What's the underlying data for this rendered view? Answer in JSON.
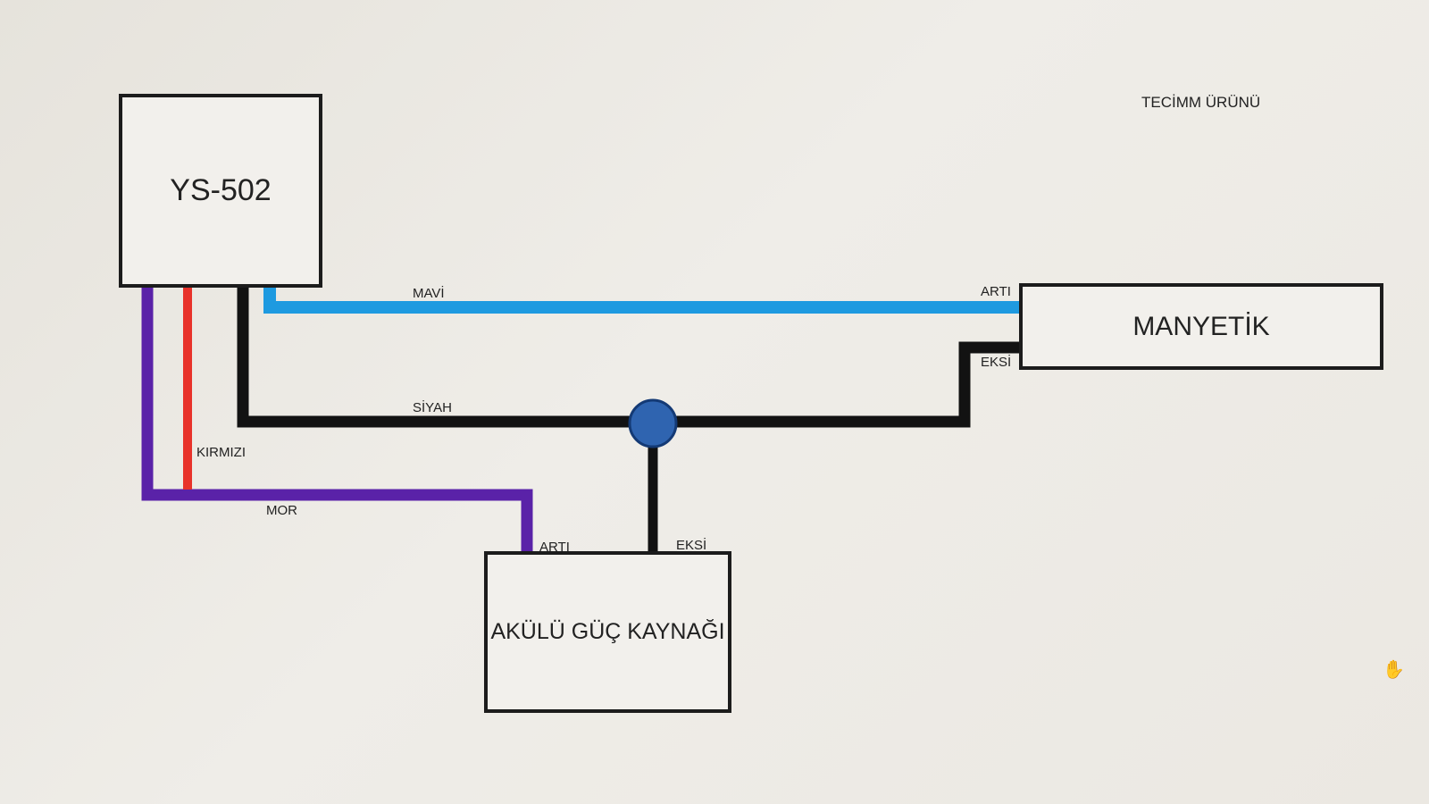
{
  "brand": "TECİMM ÜRÜNÜ",
  "components": {
    "ys502": "YS-502",
    "manyetik": "MANYETİK",
    "aku": "AKÜLÜ GÜÇ KAYNAĞI"
  },
  "wires": {
    "mavi": "MAVİ",
    "siyah": "SİYAH",
    "kirmizi": "KIRMIZI",
    "mor": "MOR"
  },
  "terminals": {
    "manyetik_arti": "ARTI",
    "manyetik_eksi": "EKSİ",
    "aku_arti": "ARTI",
    "aku_eksi": "EKSİ"
  },
  "colors": {
    "mavi": "#1e9ae0",
    "siyah": "#121212",
    "kirmizi": "#e8322a",
    "mor": "#5a22a8",
    "junction_fill": "#2f64b0",
    "junction_stroke": "#143a75"
  },
  "icons": {
    "cursor": "hand-cursor-icon"
  }
}
